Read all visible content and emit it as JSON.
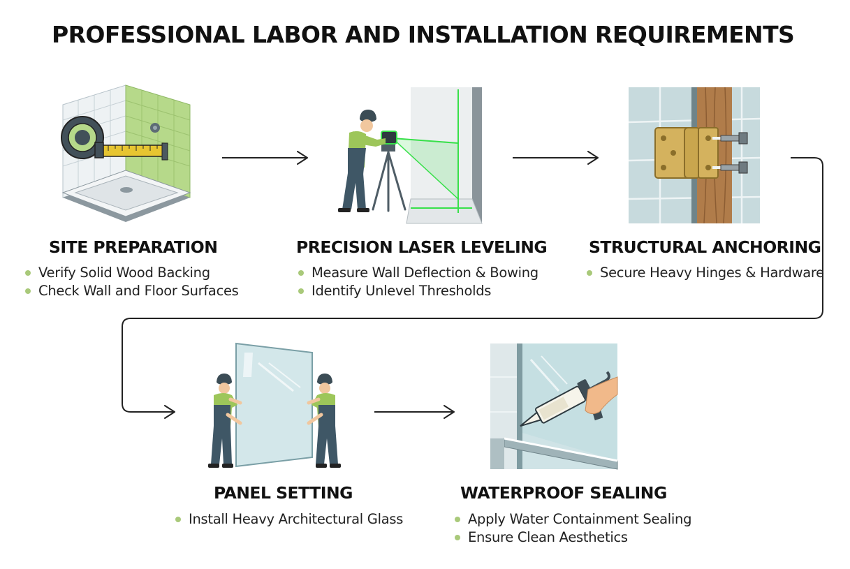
{
  "title": "PROFESSIONAL LABOR AND INSTALLATION REQUIREMENTS",
  "colors": {
    "accent_green": "#a9c97a",
    "tile_green": "#b6d98a",
    "laser_green": "#38e04a",
    "worker_shirt": "#9dc65a",
    "worker_overalls": "#3f5766",
    "glass": "#cfe4e6",
    "wood": "#b07c4a",
    "brass": "#d4b25e",
    "arrow": "#222222"
  },
  "steps": [
    {
      "id": "site-preparation",
      "icon": "tape-measure-shower-base-icon",
      "title": "SITE PREPARATION",
      "bullets": [
        "Verify Solid Wood Backing",
        "Check Wall and Floor Surfaces"
      ]
    },
    {
      "id": "precision-laser-leveling",
      "icon": "worker-laser-level-icon",
      "title": "PRECISION LASER LEVELING",
      "bullets": [
        "Measure Wall Deflection & Bowing",
        "Identify Unlevel Thresholds"
      ]
    },
    {
      "id": "structural-anchoring",
      "icon": "hinge-wood-stud-icon",
      "title": "STRUCTURAL ANCHORING",
      "bullets": [
        "Secure Heavy Hinges & Hardware"
      ]
    },
    {
      "id": "panel-setting",
      "icon": "workers-carrying-glass-icon",
      "title": "PANEL SETTING",
      "bullets": [
        "Install Heavy Architectural Glass"
      ]
    },
    {
      "id": "waterproof-sealing",
      "icon": "caulk-gun-sealing-icon",
      "title": "WATERPROOF SEALING",
      "bullets": [
        "Apply Water Containment Sealing",
        "Ensure Clean Aesthetics"
      ]
    }
  ],
  "connectors": [
    {
      "from": "site-preparation",
      "to": "precision-laser-leveling",
      "shape": "straight"
    },
    {
      "from": "precision-laser-leveling",
      "to": "structural-anchoring",
      "shape": "straight"
    },
    {
      "from": "structural-anchoring",
      "to": "panel-setting",
      "shape": "elbow"
    },
    {
      "from": "panel-setting",
      "to": "waterproof-sealing",
      "shape": "straight"
    }
  ]
}
